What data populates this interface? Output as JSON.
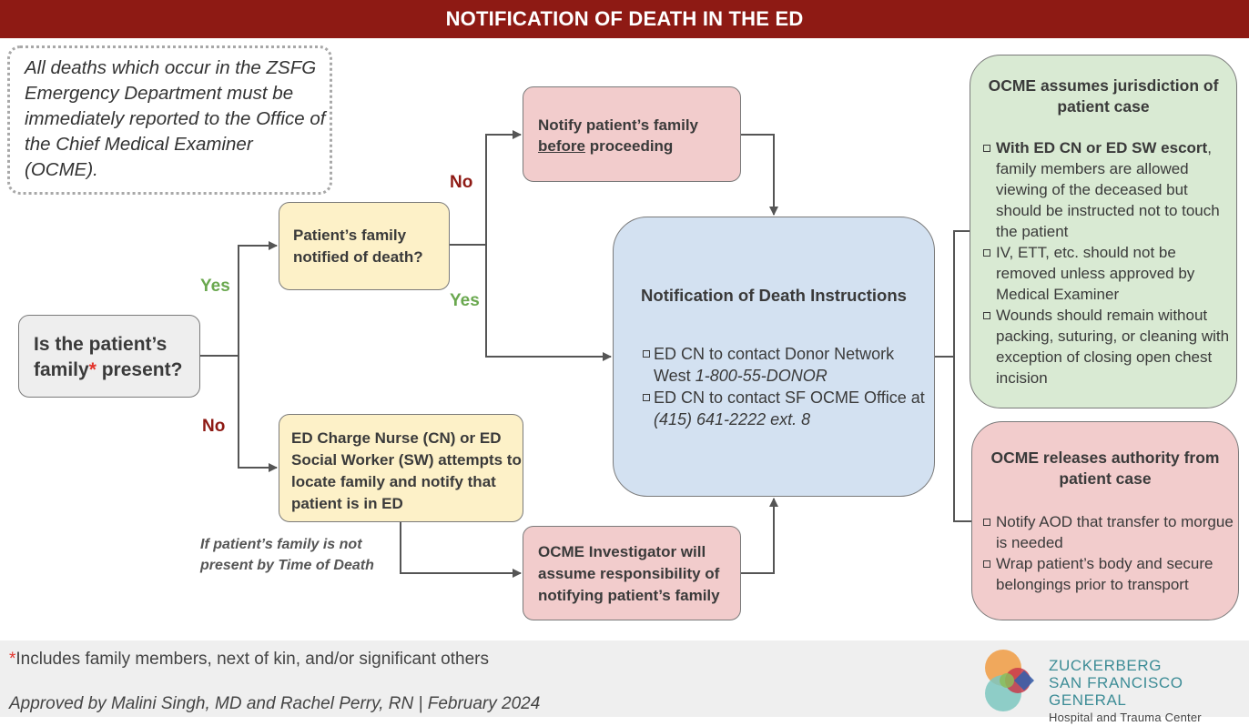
{
  "header": {
    "title": "NOTIFICATION OF DEATH IN THE ED"
  },
  "note": {
    "text": "All deaths which occur in the ZSFG Emergency Department must be immediately reported to the Office of the Chief Medical Examiner (OCME)."
  },
  "nodes": {
    "family_present": {
      "text_before": "Is the patient’s family",
      "asterisk": "*",
      "text_after": " present?"
    },
    "family_notified": {
      "text": "Patient’s family notified of death?"
    },
    "notify_family": {
      "line1": "Notify patient’s family",
      "underlined": "before",
      "line2_rest": " proceeding"
    },
    "locate_family": {
      "text": "ED Charge Nurse (CN) or ED Social Worker (SW) attempts to locate family and notify that patient is in ED"
    },
    "investigator": {
      "text": "OCME Investigator will assume responsibility of notifying patient’s family"
    },
    "instructions": {
      "title": "Notification of Death Instructions",
      "items": [
        {
          "text": "ED CN to contact Donor Network West ",
          "emph": "1-800-55-DONOR"
        },
        {
          "text": "ED CN to contact SF OCME Office at ",
          "emph": "(415) 641-2222 ext. 8"
        }
      ]
    },
    "jurisdiction": {
      "title": "OCME assumes jurisdiction of patient case",
      "items": [
        {
          "bold": "With ED CN or ED SW escort",
          "text": ", family members are allowed viewing of the deceased but should be instructed not to touch the patient"
        },
        {
          "bold": "",
          "text": "IV, ETT, etc. should not be removed unless approved by Medical Examiner"
        },
        {
          "bold": "",
          "text": "Wounds should remain without packing, suturing, or cleaning with exception of closing open chest incision"
        }
      ]
    },
    "releases": {
      "title": "OCME releases authority from patient case",
      "items": [
        {
          "text": "Notify AOD that transfer to morgue is needed"
        },
        {
          "text": "Wrap patient’s body and secure belongings prior to transport"
        }
      ]
    }
  },
  "labels": {
    "yes_top": "Yes",
    "no_bottom": "No",
    "no_top": "No",
    "yes_mid": "Yes"
  },
  "side_note": "If patient’s family is not present by Time of Death",
  "footer": {
    "asterisk": "*",
    "footnote": "Includes family members, next of kin, and/or significant others",
    "approved": "Approved by Malini Singh, MD and Rachel Perry, RN |  February 2024"
  },
  "logo": {
    "line1": "ZUCKERBERG",
    "line2": "SAN FRANCISCO GENERAL",
    "line3": "Hospital and Trauma Center"
  },
  "colors": {
    "header": "#8e1a14",
    "yes": "#6aa84f",
    "no": "#8e1a14",
    "asterisk": "#e3342c"
  }
}
